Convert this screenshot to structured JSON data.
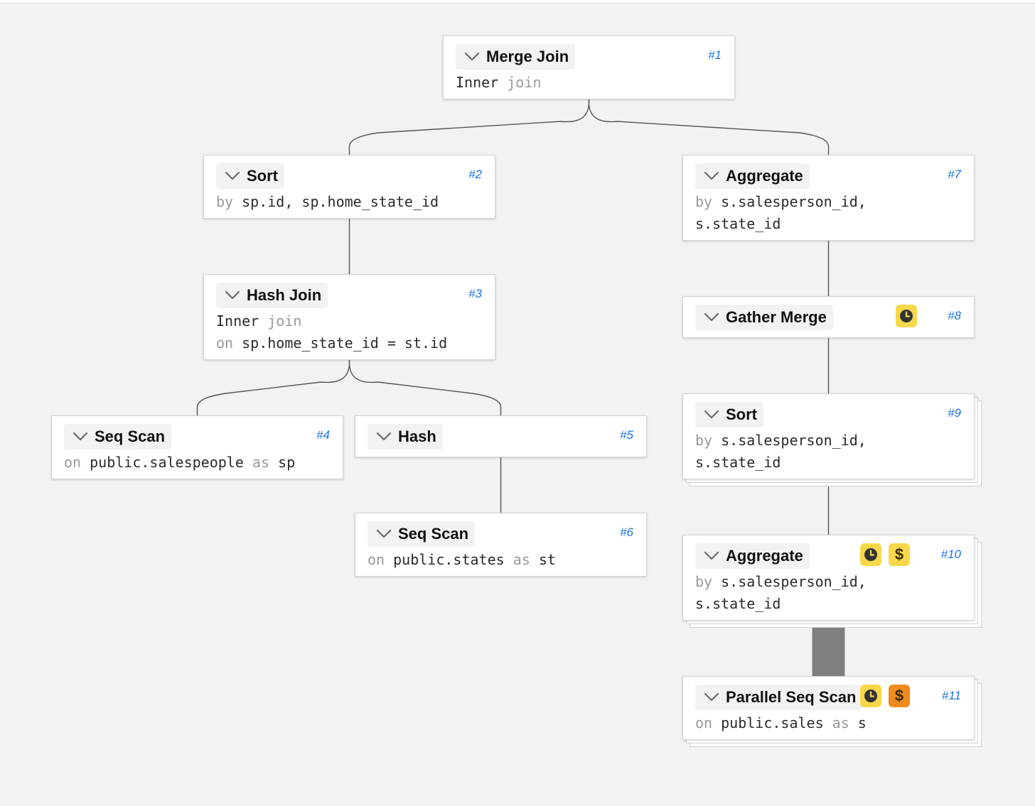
{
  "colors": {
    "background": "#f2f2f2",
    "node_bg": "#ffffff",
    "node_id": "#1a73e8",
    "keyword": "#9a9a9a",
    "edge": "#555555",
    "thick_edge": "#7f7f7f",
    "badge_yellow": "#f7d84a",
    "badge_orange": "#f08a1c"
  },
  "nodes": [
    {
      "id": "#1",
      "title": "Merge Join",
      "lines": [
        [
          {
            "t": "Inner "
          },
          {
            "t": "join",
            "kw": true
          }
        ]
      ]
    },
    {
      "id": "#2",
      "title": "Sort",
      "lines": [
        [
          {
            "t": "by ",
            "kw": true
          },
          {
            "t": "sp.id, sp.home_state_id"
          }
        ]
      ]
    },
    {
      "id": "#3",
      "title": "Hash Join",
      "lines": [
        [
          {
            "t": "Inner "
          },
          {
            "t": "join",
            "kw": true
          }
        ],
        [
          {
            "t": "on ",
            "kw": true
          },
          {
            "t": "sp.home_state_id = st.id"
          }
        ]
      ]
    },
    {
      "id": "#4",
      "title": "Seq Scan",
      "lines": [
        [
          {
            "t": "on ",
            "kw": true
          },
          {
            "t": "public.salespeople "
          },
          {
            "t": "as ",
            "kw": true
          },
          {
            "t": "sp"
          }
        ]
      ]
    },
    {
      "id": "#5",
      "title": "Hash",
      "lines": []
    },
    {
      "id": "#6",
      "title": "Seq Scan",
      "lines": [
        [
          {
            "t": "on ",
            "kw": true
          },
          {
            "t": "public.states "
          },
          {
            "t": "as ",
            "kw": true
          },
          {
            "t": "st"
          }
        ]
      ]
    },
    {
      "id": "#7",
      "title": "Aggregate",
      "lines": [
        [
          {
            "t": "by ",
            "kw": true
          },
          {
            "t": "s.salesperson_id,"
          }
        ],
        [
          {
            "t": "s.state_id"
          }
        ]
      ]
    },
    {
      "id": "#8",
      "title": "Gather Merge",
      "lines": [],
      "badges": [
        {
          "icon": "clock-icon",
          "color": "yellow"
        }
      ]
    },
    {
      "id": "#9",
      "title": "Sort",
      "lines": [
        [
          {
            "t": "by ",
            "kw": true
          },
          {
            "t": "s.salesperson_id,"
          }
        ],
        [
          {
            "t": "s.state_id"
          }
        ]
      ]
    },
    {
      "id": "#10",
      "title": "Aggregate",
      "lines": [
        [
          {
            "t": "by ",
            "kw": true
          },
          {
            "t": "s.salesperson_id,"
          }
        ],
        [
          {
            "t": "s.state_id"
          }
        ]
      ],
      "badges": [
        {
          "icon": "clock-icon",
          "color": "yellow"
        },
        {
          "icon": "dollar-icon",
          "color": "yellow"
        }
      ]
    },
    {
      "id": "#11",
      "title": "Parallel Seq Scan",
      "lines": [
        [
          {
            "t": "on ",
            "kw": true
          },
          {
            "t": "public.sales "
          },
          {
            "t": "as ",
            "kw": true
          },
          {
            "t": "s"
          }
        ]
      ],
      "badges": [
        {
          "icon": "clock-icon",
          "color": "yellow"
        },
        {
          "icon": "dollar-icon",
          "color": "orange"
        }
      ]
    }
  ],
  "edges": [
    {
      "from": "#1",
      "to": "#2"
    },
    {
      "from": "#1",
      "to": "#7"
    },
    {
      "from": "#2",
      "to": "#3"
    },
    {
      "from": "#3",
      "to": "#4"
    },
    {
      "from": "#3",
      "to": "#5"
    },
    {
      "from": "#5",
      "to": "#6"
    },
    {
      "from": "#7",
      "to": "#8"
    },
    {
      "from": "#8",
      "to": "#9"
    },
    {
      "from": "#9",
      "to": "#10"
    },
    {
      "from": "#10",
      "to": "#11",
      "heavy": true
    }
  ]
}
